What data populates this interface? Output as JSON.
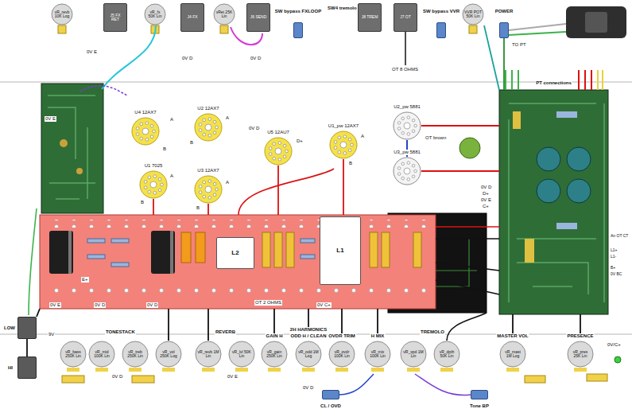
{
  "diagram": {
    "nodes": [
      {
        "text": [
          "vR_revb 10K Log"
        ]
      },
      {
        "text": [
          "J5 FX RET"
        ]
      },
      {
        "text": [
          "vR_fx 50K Lin"
        ]
      },
      {
        "text": [
          "J4 FX"
        ]
      },
      {
        "text": [
          "vRet 25K Lin"
        ]
      },
      {
        "text": [
          "J6 SEND"
        ]
      },
      {
        "text": [
          "SW bypass FXLOOP"
        ]
      },
      {
        "text": [
          "SW4 tremolo",
          "J8 TREM"
        ]
      },
      {
        "text": [
          "J7 OT"
        ]
      },
      {
        "text": [
          "SW bypass VVR"
        ]
      },
      {
        "text": [
          "VVR POT 50K Lin"
        ]
      },
      {
        "text": [
          "POWER",
          "TO PT"
        ]
      },
      {
        "text": [
          "U4 12AX7"
        ]
      },
      {
        "text": [
          "U2 12AX7"
        ]
      },
      {
        "text": [
          "U5 12AU7"
        ]
      },
      {
        "text": [
          "U1_pw 12AX7"
        ]
      },
      {
        "text": [
          "U2_pw 5881"
        ]
      },
      {
        "text": [
          "U3_pw 5881"
        ]
      },
      {
        "text": [
          "U1 7025"
        ]
      },
      {
        "text": [
          "U3 12AX7"
        ]
      },
      {
        "text": [
          "PT connections"
        ]
      },
      {
        "text": [
          "OT 2 OHMS"
        ]
      },
      {
        "text": [
          "L2"
        ],
        "in": 21
      },
      {
        "text": [
          "L1"
        ],
        "in": 21
      },
      {
        "text": [
          "LOW"
        ]
      },
      {
        "text": [
          "HI"
        ]
      },
      {
        "text": [
          "vR_bass 250K Lin"
        ]
      },
      {
        "text": [
          "vR_mid 100K Lin"
        ]
      },
      {
        "text": [
          "vR_treb 250K Lin"
        ]
      },
      {
        "text": [
          "vR_vol 250K Log"
        ]
      },
      {
        "text": [
          "vR_revb 1M Lin"
        ]
      },
      {
        "text": [
          "vR_lvl 50K Lin"
        ]
      },
      {
        "text": [
          "GAIN H",
          "vR_gain 250K Lin"
        ]
      },
      {
        "text": [
          "2H HARMONICS",
          "ODD H / CLEAN",
          "vR_odd 1M Log"
        ]
      },
      {
        "text": [
          "OVDR TRIM",
          "vR_ovdr 100K Lin"
        ]
      },
      {
        "text": [
          "H MIX",
          "vR_mix 100K Lin"
        ]
      },
      {
        "text": [
          "vR_spd 1M Lin"
        ]
      },
      {
        "text": [
          "vR_dpth 50K Lin"
        ]
      },
      {
        "text": [
          "MASTER VOL",
          "vR_mast 1M Log"
        ]
      },
      {
        "text": [
          "PRESENCE",
          "vR_pres 25K Lin"
        ]
      },
      {
        "text": [
          "CL / OVD"
        ]
      },
      {
        "text": [
          "Tone BP"
        ]
      }
    ],
    "edges": [
      {
        "from": 24,
        "to": 21,
        "arrow": "none"
      },
      {
        "from": 25,
        "to": 24,
        "arrow": "none"
      },
      {
        "from": 29,
        "to": 21,
        "arrow": "none"
      },
      {
        "from": 30,
        "to": 21,
        "arrow": "none"
      },
      {
        "from": 32,
        "to": 21,
        "arrow": "none"
      },
      {
        "from": 33,
        "to": 21,
        "arrow": "none"
      },
      {
        "from": 34,
        "to": 21,
        "arrow": "none"
      },
      {
        "from": 35,
        "to": 21,
        "arrow": "none"
      },
      {
        "from": 38,
        "to": 20,
        "arrow": "none"
      },
      {
        "from": 39,
        "to": 20,
        "arrow": "none"
      },
      {
        "from": 18,
        "to": 21,
        "arrow": "none"
      },
      {
        "from": 19,
        "to": 21,
        "arrow": "none"
      },
      {
        "from": 14,
        "to": 21,
        "arrow": "none"
      },
      {
        "from": 15,
        "to": 21,
        "arrow": "none"
      },
      {
        "from": 16,
        "to": 20,
        "arrow": "none"
      },
      {
        "from": 17,
        "to": 20,
        "arrow": "none"
      },
      {
        "from": 10,
        "to": 20,
        "arrow": "none"
      },
      {
        "from": 11,
        "to": 20,
        "arrow": "none"
      }
    ],
    "labels": [
      "0V E",
      "0V D",
      "0V D",
      "OT 8 OHMS",
      "0V E",
      "A",
      "B",
      "A",
      "B",
      "A",
      "B",
      "A",
      "B",
      "A",
      "B",
      "OT brown",
      "0V D",
      "D+",
      "0V D",
      "D+",
      "0V E",
      "C+",
      "E+",
      "0V E",
      "0V D",
      "0V D",
      "0V C+",
      "An OT CT",
      "L1+",
      "L1-",
      "B+",
      "0V BC",
      "9V",
      "TONESTACK",
      "REVERB",
      "TREMOLO",
      "0V D",
      "0V E",
      "0V D",
      "0V/C+"
    ]
  }
}
